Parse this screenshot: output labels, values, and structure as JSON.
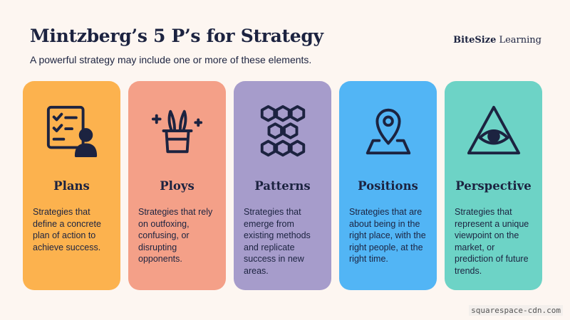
{
  "header": {
    "title": "Mintzberg’s 5 P’s for Strategy",
    "subtitle": "A powerful strategy may include one or more of these elements.",
    "brand_bold": "BiteSize",
    "brand_rest": " Learning"
  },
  "cards": [
    {
      "name": "Plans",
      "description": "Strategies that define a concrete plan of action to achieve success.",
      "color": "#fcb24e",
      "icon": "checklist-person-icon"
    },
    {
      "name": "Ploys",
      "description": "Strategies that rely on outfoxing, confusing, or disrupting opponents.",
      "color": "#f4a088",
      "icon": "magic-hat-icon"
    },
    {
      "name": "Patterns",
      "description": "Strategies that emerge from existing methods and replicate success in new areas.",
      "color": "#a69ccb",
      "icon": "honeycomb-icon"
    },
    {
      "name": "Positions",
      "description": "Strategies that are about being in the right place, with the right people, at the right time.",
      "color": "#52b5f5",
      "icon": "map-pin-icon"
    },
    {
      "name": "Perspective",
      "description": "Strategies that represent a unique viewpoint on the market, or prediction of future trends.",
      "color": "#6dd3c6",
      "icon": "eye-triangle-icon"
    }
  ],
  "watermark": "squarespace-cdn.com",
  "colors": {
    "text": "#1c2340",
    "background": "#fdf6f1"
  }
}
